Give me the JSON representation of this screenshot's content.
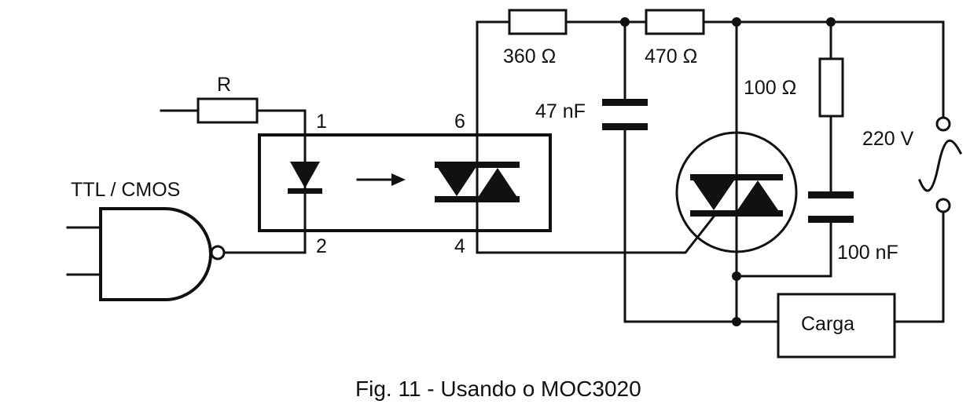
{
  "labels": {
    "gate": "TTL / CMOS",
    "r_input": "R",
    "r_360": "360 Ω",
    "r_470": "470 Ω",
    "r_100": "100 Ω",
    "c_47": "47 nF",
    "c_100": "100 nF",
    "voltage": "220 V",
    "pin1": "1",
    "pin2": "2",
    "pin4": "4",
    "pin6": "6",
    "load": "Carga"
  },
  "caption": "Fig. 11 - Usando o MOC3020",
  "colors": {
    "ink": "#111111",
    "paper": "#ffffff"
  }
}
